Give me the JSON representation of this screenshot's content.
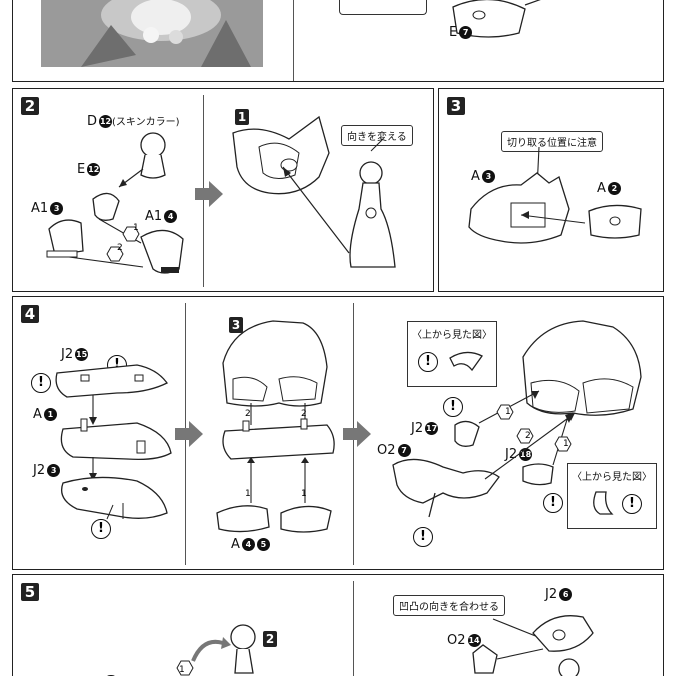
{
  "step1_partial": {
    "label_e": "E",
    "label_e_num": "7"
  },
  "step2": {
    "number": "2",
    "part_d": "D",
    "part_d_num": "12",
    "part_d_note": "(スキンカラー)",
    "part_e": "E",
    "part_e_num": "12",
    "part_a1_left": "A1",
    "part_a1_left_num": "3",
    "part_a1_right": "A1",
    "part_a1_right_num": "4",
    "sub_step": "1",
    "callout": "向きを変える"
  },
  "step3": {
    "number": "3",
    "callout": "切り取る位置に注意",
    "part_a_left": "A",
    "part_a_left_num": "3",
    "part_a_right": "A",
    "part_a_right_num": "2"
  },
  "step4": {
    "number": "4",
    "part_j2_top": "J2",
    "part_j2_top_num": "15",
    "part_a": "A",
    "part_a_num": "1",
    "part_j2_bottom": "J2",
    "part_j2_bottom_num": "3",
    "sub_step": "3",
    "part_a_bottom": "A",
    "part_a_bottom_num": "4",
    "part_a_bottom_num2": "5",
    "top_view_1": "〈上から見た図〉",
    "top_view_2": "〈上から見た図〉",
    "part_j2_17": "J2",
    "part_j2_17_num": "17",
    "part_o2": "O2",
    "part_o2_num": "7",
    "part_j2_18": "J2",
    "part_j2_18_num": "18",
    "warn": "!"
  },
  "step5": {
    "number": "5",
    "sub_step": "2",
    "callout": "凹凸の向きを合わせる",
    "part_j2": "J2",
    "part_j2_num": "6",
    "part_o2": "O2",
    "part_o2_num": "14"
  },
  "hex_labels": {
    "one": "1",
    "two": "2"
  }
}
